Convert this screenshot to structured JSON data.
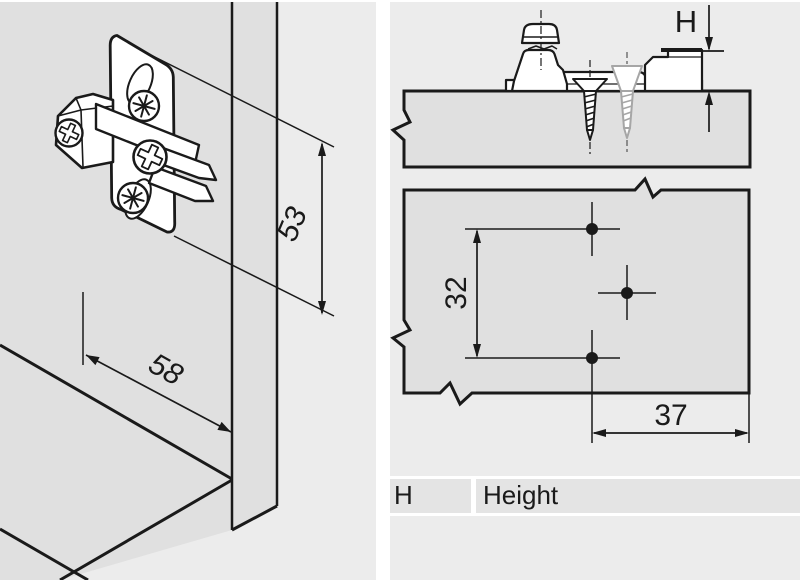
{
  "colors": {
    "page_background": "#ffffff",
    "panel_background": "#ececec",
    "wood_face": "#e0e0e0",
    "line": "#1a1a1a",
    "screw_light": "#a6a6a6",
    "legend_cell": "#e4e4e4"
  },
  "left_view": {
    "dim_plate_length": "53",
    "dim_edge_distance": "58"
  },
  "right_view": {
    "height_symbol": "H",
    "drilling": {
      "dim_hole_spacing": "32",
      "dim_edge_distance": "37"
    }
  },
  "legend": {
    "rows": [
      {
        "symbol": "H",
        "label": "Height"
      }
    ]
  }
}
